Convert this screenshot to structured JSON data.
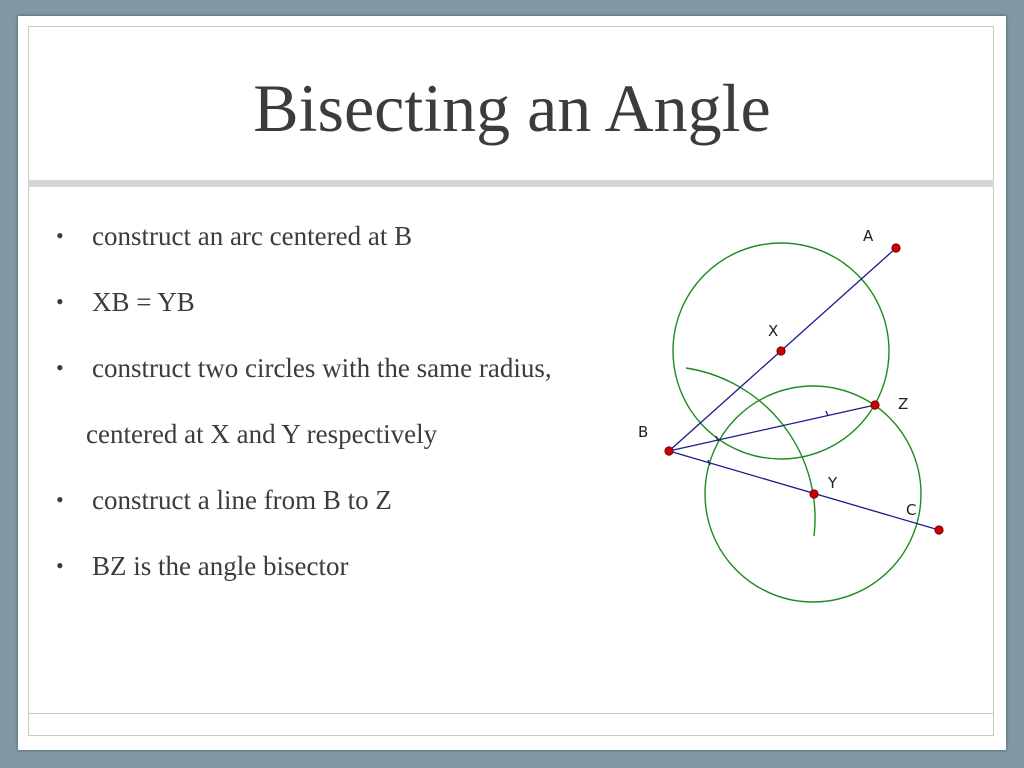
{
  "slide": {
    "title": "Bisecting an Angle",
    "bullets": [
      {
        "text": "construct an arc centered at B",
        "marker": "•"
      },
      {
        "text": "XB = YB",
        "marker": "•"
      },
      {
        "text": "construct two circles with the same radius,",
        "marker": "•"
      },
      {
        "text": "centered at X and Y respectively",
        "marker": ""
      },
      {
        "text": "construct a line from B to Z",
        "marker": "•"
      },
      {
        "text": "BZ is the angle bisector",
        "marker": "•"
      }
    ]
  },
  "diagram": {
    "labels": {
      "A": "A",
      "B": "B",
      "C": "C",
      "X": "X",
      "Y": "Y",
      "Z": "Z"
    },
    "colors": {
      "circle": "#1f8a1f",
      "line": "#1a1a8c",
      "point": "#cc0000"
    }
  }
}
